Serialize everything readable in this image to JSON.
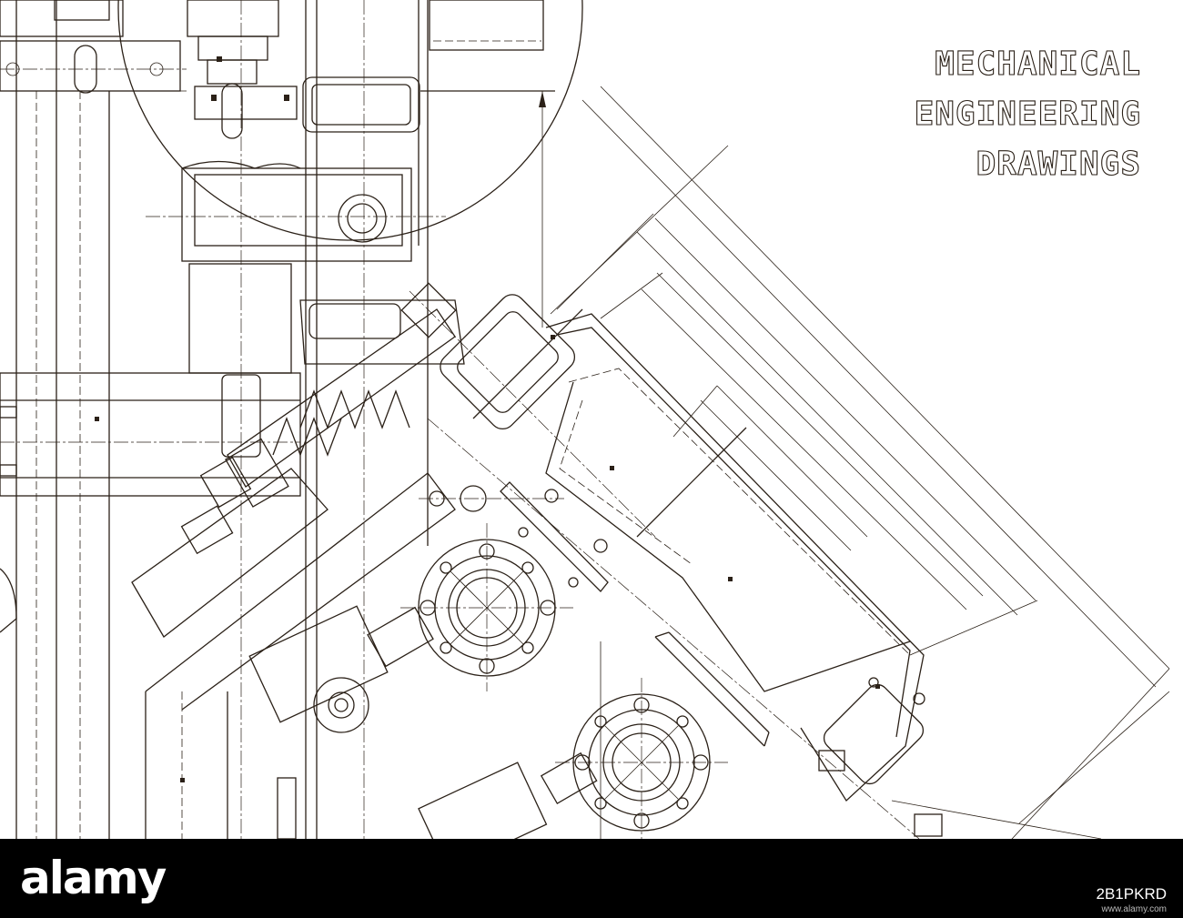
{
  "headline": {
    "line1": "MECHANICAL",
    "line2": "ENGINEERING",
    "line3": "DRAWINGS"
  },
  "footer": {
    "brand": "alamy",
    "image_id": "2B1PKRD",
    "site": "www.alamy.com"
  },
  "colors": {
    "ink": "#2b2118",
    "background": "#ffffff",
    "footer": "#000000"
  }
}
